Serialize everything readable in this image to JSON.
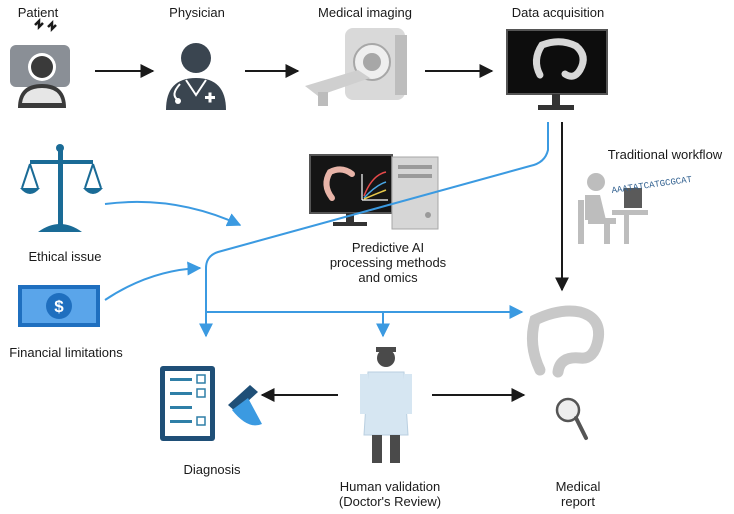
{
  "labels": {
    "patient": "Patient",
    "physician": "Physician",
    "medical_imaging": "Medical imaging",
    "data_acquisition": "Data acquisition",
    "traditional_workflow": "Traditional workflow",
    "predictive_ai_line1": "Predictive AI",
    "predictive_ai_line2": "processing methods",
    "predictive_ai_line3": "and omics",
    "ethical_issue": "Ethical issue",
    "financial_limitations": "Financial limitations",
    "diagnosis": "Diagnosis",
    "human_validation_line1": "Human validation",
    "human_validation_line2": "(Doctor's Review)",
    "medical_report_line1": "Medical",
    "medical_report_line2": "report",
    "dna_sequence": "AAATATCATGCGCAT",
    "dollar_sign": "$"
  },
  "colors": {
    "black_arrow": "#1a1a1a",
    "blue_arrow": "#3b9ae1",
    "icon_dark": "#3a4a5c",
    "icon_teal": "#2f7fa7",
    "icon_gray": "#c7c7c7",
    "money_blue": "#2a7fd4",
    "colon_pink": "#e8b4a8"
  },
  "icons": [
    "patient-icon",
    "physician-icon",
    "mri-scanner-icon",
    "monitor-colon-icon",
    "scales-icon",
    "money-icon",
    "ai-computer-icon",
    "traditional-workflow-icon",
    "diagnosis-checklist-icon",
    "doctor-icon",
    "colon-icon",
    "magnifier-icon"
  ]
}
